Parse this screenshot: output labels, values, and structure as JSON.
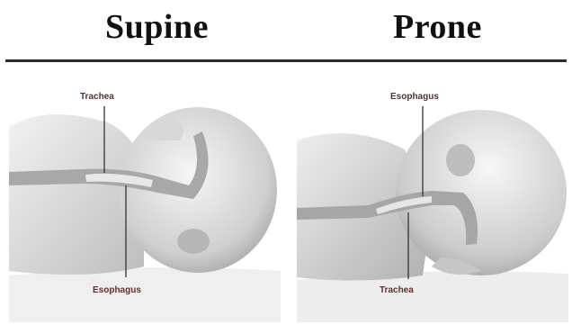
{
  "headings": {
    "left": "Supine",
    "right": "Prone"
  },
  "panels": {
    "supine": {
      "top_label": "Trachea",
      "bottom_label": "Esophagus"
    },
    "prone": {
      "top_label": "Esophagus",
      "bottom_label": "Trachea"
    }
  },
  "colors": {
    "skin_light": "#e9e9e9",
    "skin_mid": "#c4c4c4",
    "skin_dark": "#8e8e8e",
    "airway": "#bdbdbd",
    "label_text": "#5a3030",
    "rule": "#2b2b2b"
  }
}
